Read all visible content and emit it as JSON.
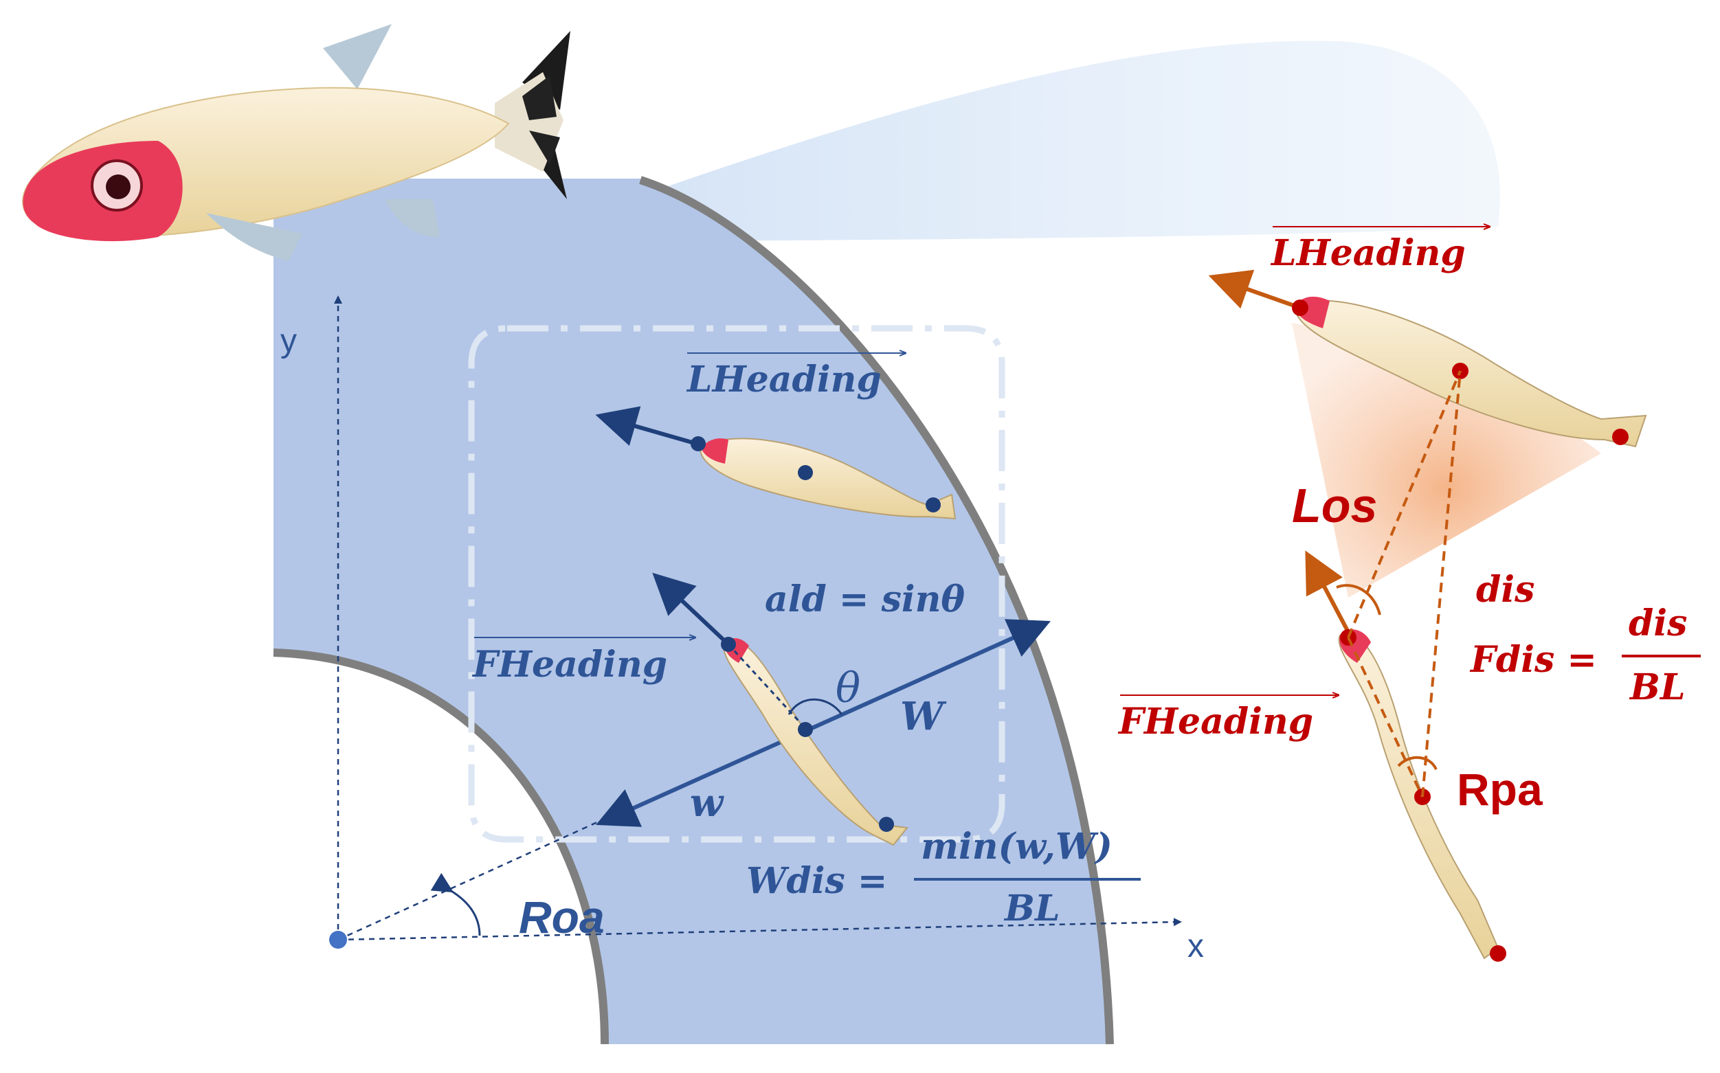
{
  "colors": {
    "channel_fill": "#b3c6e7",
    "channel_wall": "#7f7f7f",
    "blue_label": "#2f5597",
    "dark_blue": "#1f3f7a",
    "red_label": "#c00000",
    "orange": "#c55a11",
    "vision_cone": "#f4b183"
  },
  "axes": {
    "y_label": "y",
    "x_label": "x"
  },
  "labels": {
    "roa": "Roa",
    "w_small": "w",
    "w_big": "W",
    "theta": "θ",
    "ald": "ald = sinθ",
    "wdis_lhs": "Wdis =",
    "wdis_num": "min(w,W)",
    "wdis_den": "BL",
    "leader_heading_left": "LHeading",
    "follower_heading_left": "FHeading",
    "leader_heading_right": "LHeading",
    "follower_heading_right": "FHeading",
    "los": "Los",
    "dis": "dis",
    "fdis_lhs": "Fdis =",
    "fdis_num": "dis",
    "fdis_den": "BL",
    "rpa": "Rpa"
  }
}
